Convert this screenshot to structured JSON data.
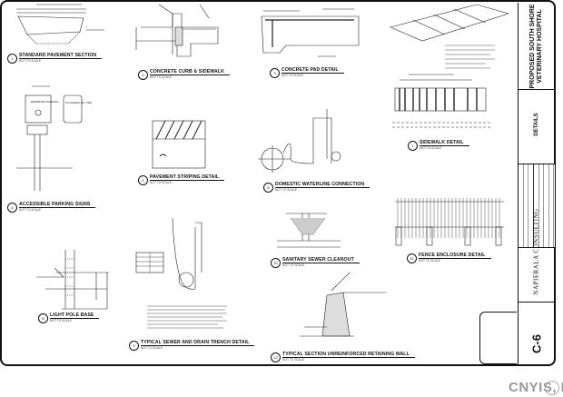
{
  "details": [
    {
      "number": "1",
      "title": "STANDARD PAVEMENT SECTION",
      "sub": "NOT TO SCALE"
    },
    {
      "number": "2",
      "title": "CONCRETE CURB & SIDEWALK",
      "sub": "NOT TO SCALE"
    },
    {
      "number": "3",
      "title": "CONCRETE PAD DETAIL",
      "sub": "NOT TO SCALE"
    },
    {
      "number": "4",
      "title": "ACCESSIBLE PARKING SIGNS",
      "sub": "NOT TO SCALE"
    },
    {
      "number": "5",
      "title": "PAVEMENT STRIPING DETAIL",
      "sub": "NOT TO SCALE"
    },
    {
      "number": "6",
      "title": "DOMESTIC WATERLINE CONNECTION",
      "sub": "NOT TO SCALE"
    },
    {
      "number": "7",
      "title": "SIDEWALK DETAIL",
      "sub": "NOT TO SCALE"
    },
    {
      "number": "8",
      "title": "LIGHT POLE BASE",
      "sub": "NOT TO SCALE"
    },
    {
      "number": "9",
      "title": "TYPICAL SEWER AND DRAIN TRENCH DETAIL",
      "sub": "NOT TO SCALE"
    },
    {
      "number": "10",
      "title": "SANITARY SEWER CLEANOUT",
      "sub": "NOT TO SCALE"
    },
    {
      "number": "11",
      "title": "FENCE ENCLOSURE DETAIL",
      "sub": "NOT TO SCALE"
    },
    {
      "number": "12",
      "title": "TYPICAL SECTION UNREINFORCED RETAINING WALL",
      "sub": "NOT TO SCALE"
    }
  ],
  "signs": {
    "accessible": "RESERVED PARKING",
    "no_parking": "NO PARKING ANY TIME"
  },
  "title_block": {
    "project": "PROPOSED SOUTH SHORE VETERINARY HOSPITAL",
    "sheet_name": "DETAILS",
    "firm": "NAPIERALA CONSULTING",
    "sheet_number": "C-6"
  },
  "watermark": {
    "text": "CNYIS, Inc",
    "logo": "NYS"
  }
}
